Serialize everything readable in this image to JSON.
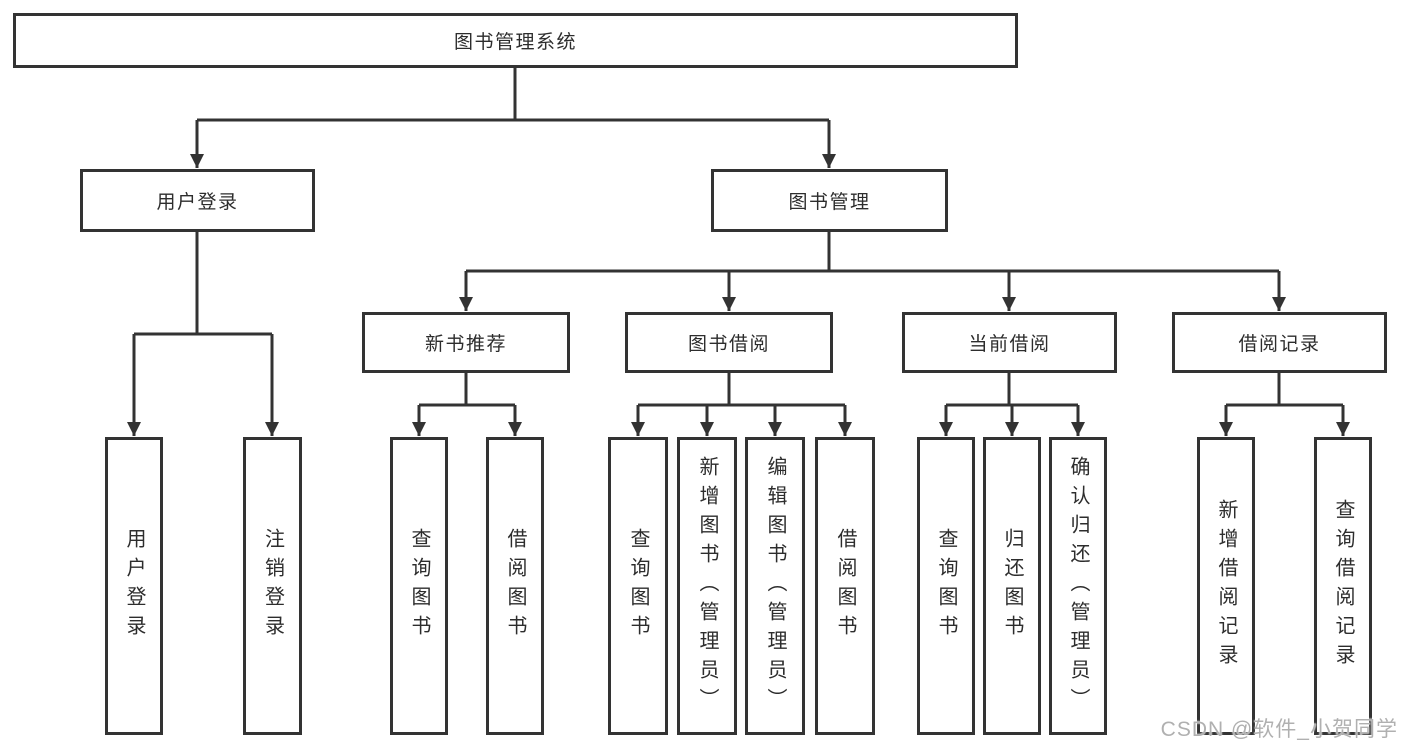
{
  "tree": {
    "root": {
      "label": "图书管理系统",
      "children": [
        {
          "label": "用户登录",
          "children": [
            {
              "label": "用户登录"
            },
            {
              "label": "注销登录"
            }
          ]
        },
        {
          "label": "图书管理",
          "children": [
            {
              "label": "新书推荐",
              "children": [
                {
                  "label": "查询图书"
                },
                {
                  "label": "借阅图书"
                }
              ]
            },
            {
              "label": "图书借阅",
              "children": [
                {
                  "label": "查询图书"
                },
                {
                  "label": "新增图书（管理员）"
                },
                {
                  "label": "编辑图书（管理员）"
                },
                {
                  "label": "借阅图书"
                }
              ]
            },
            {
              "label": "当前借阅",
              "children": [
                {
                  "label": "查询图书"
                },
                {
                  "label": "归还图书"
                },
                {
                  "label": "确认归还（管理员）"
                }
              ]
            },
            {
              "label": "借阅记录",
              "children": [
                {
                  "label": "新增借阅记录"
                },
                {
                  "label": "查询借阅记录"
                }
              ]
            }
          ]
        }
      ]
    }
  },
  "watermark": {
    "text": "CSDN @软件_小贺同学"
  },
  "colors": {
    "line": "#333333",
    "box_border": "#333333",
    "box_fill": "#ffffff",
    "text": "#2d2d2d",
    "watermark": "#b0b0b0"
  }
}
